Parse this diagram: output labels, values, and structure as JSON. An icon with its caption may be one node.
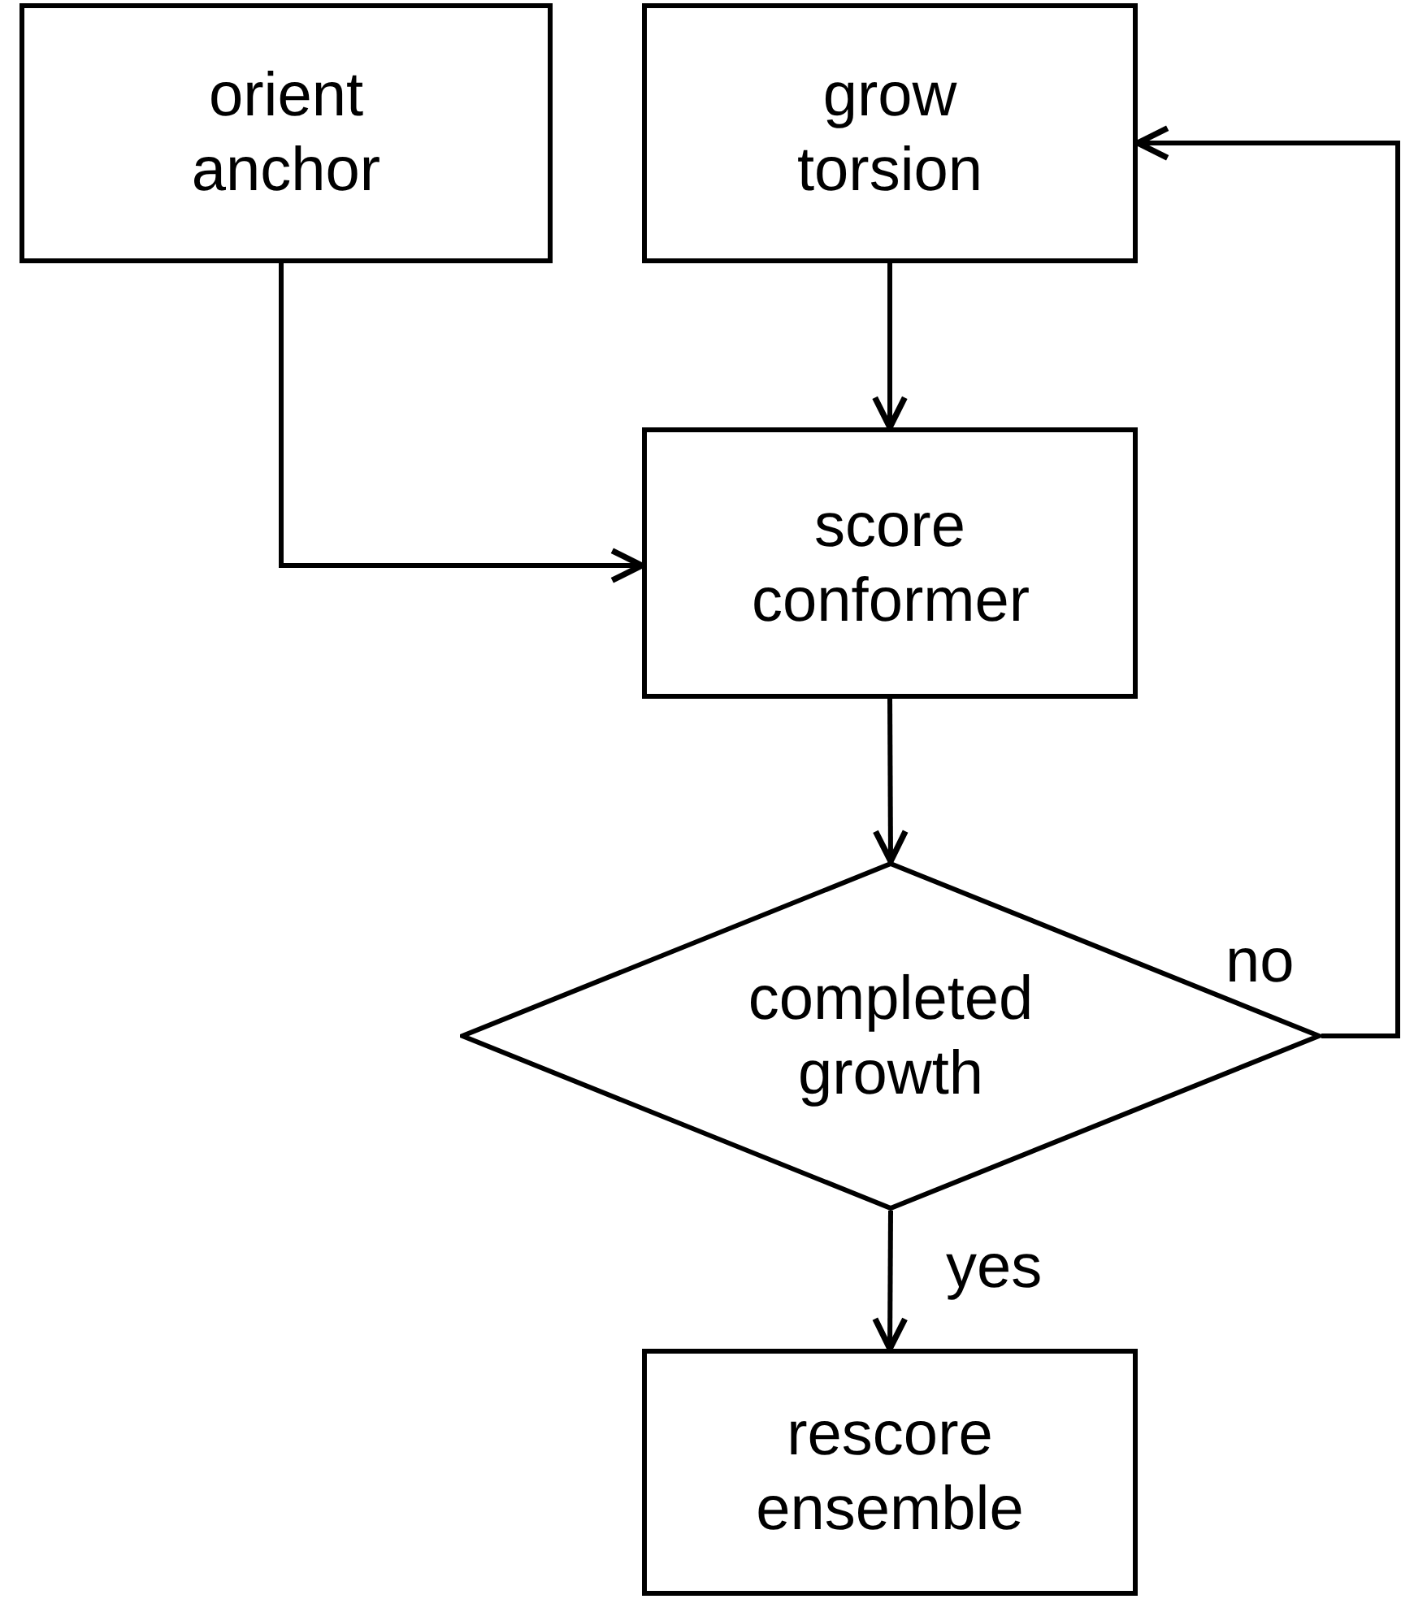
{
  "diagram": {
    "nodes": [
      {
        "text": [
          "orient anchor"
        ]
      },
      {
        "text": [
          "grow torsion"
        ]
      },
      {
        "text": [
          "score conformer"
        ]
      },
      {
        "text": [
          "completed growth"
        ]
      },
      {
        "text": [
          "rescore ensemble"
        ]
      }
    ],
    "edges": [
      {
        "from": 0,
        "to": 2,
        "arrow": "to"
      },
      {
        "from": 1,
        "to": 2,
        "arrow": "to"
      },
      {
        "from": 2,
        "to": 3,
        "arrow": "to"
      },
      {
        "from": 3,
        "to": 1,
        "arrow": "to",
        "label": "no"
      },
      {
        "from": 3,
        "to": 4,
        "arrow": "to",
        "label": "yes"
      }
    ]
  }
}
